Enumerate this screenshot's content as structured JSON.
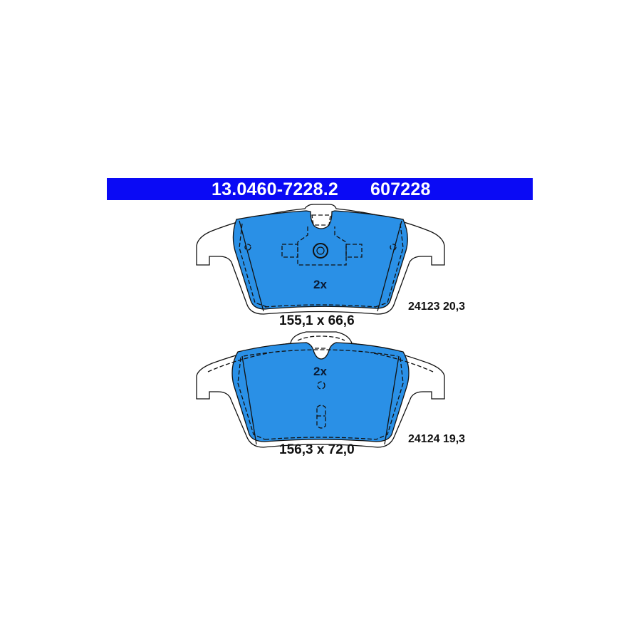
{
  "header": {
    "part_number": "13.0460-7228.2",
    "ref_number": "607228"
  },
  "pads": [
    {
      "quantity": "2x",
      "dimensions": "155,1 x 66,6",
      "code": "24123 20,3"
    },
    {
      "quantity": "2x",
      "dimensions": "156,3 x 72,0",
      "code": "24124 19,3"
    }
  ],
  "colors": {
    "band": "#0a0af5",
    "friction": "#2a90e6"
  }
}
